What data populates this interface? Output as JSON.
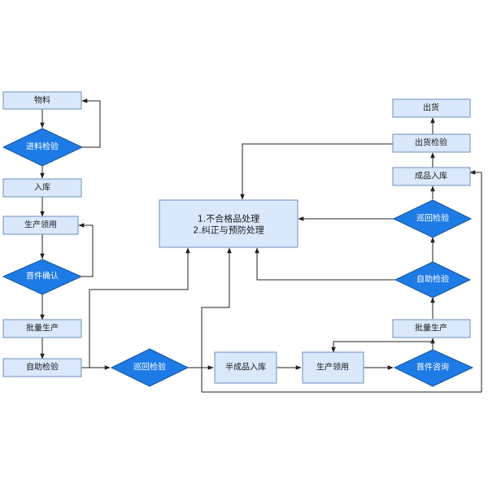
{
  "diagram": {
    "colors": {
      "rect_fill": "#dae8fc",
      "rect_stroke": "#6c8ebf",
      "diamond_fill": "#1e7be6",
      "diamond_stroke": "#15529b",
      "edge": "#222222"
    },
    "nodes": {
      "wuliao": "物料",
      "jinliao": "进料检验",
      "ruku": "入库",
      "lingyong_left": "生产领用",
      "shoujian_left": "首件确认",
      "piliang_left": "批量生产",
      "zijian_left": "自助检验",
      "xunhui_mid": "巡回检验",
      "banchengpin": "半成品入库",
      "lingyong_mid": "生产领用",
      "shoujian_right": "首件咨询",
      "piliang_right": "批量生产",
      "zijian_right": "自助检验",
      "xunhui_right": "巡回检验",
      "chengpin": "成品入库",
      "chuhuojianyan": "出货检验",
      "chuhuo": "出货",
      "buhege_line1": "1.不合格品处理",
      "buhege_line2": "2.纠正与预防处理"
    }
  }
}
